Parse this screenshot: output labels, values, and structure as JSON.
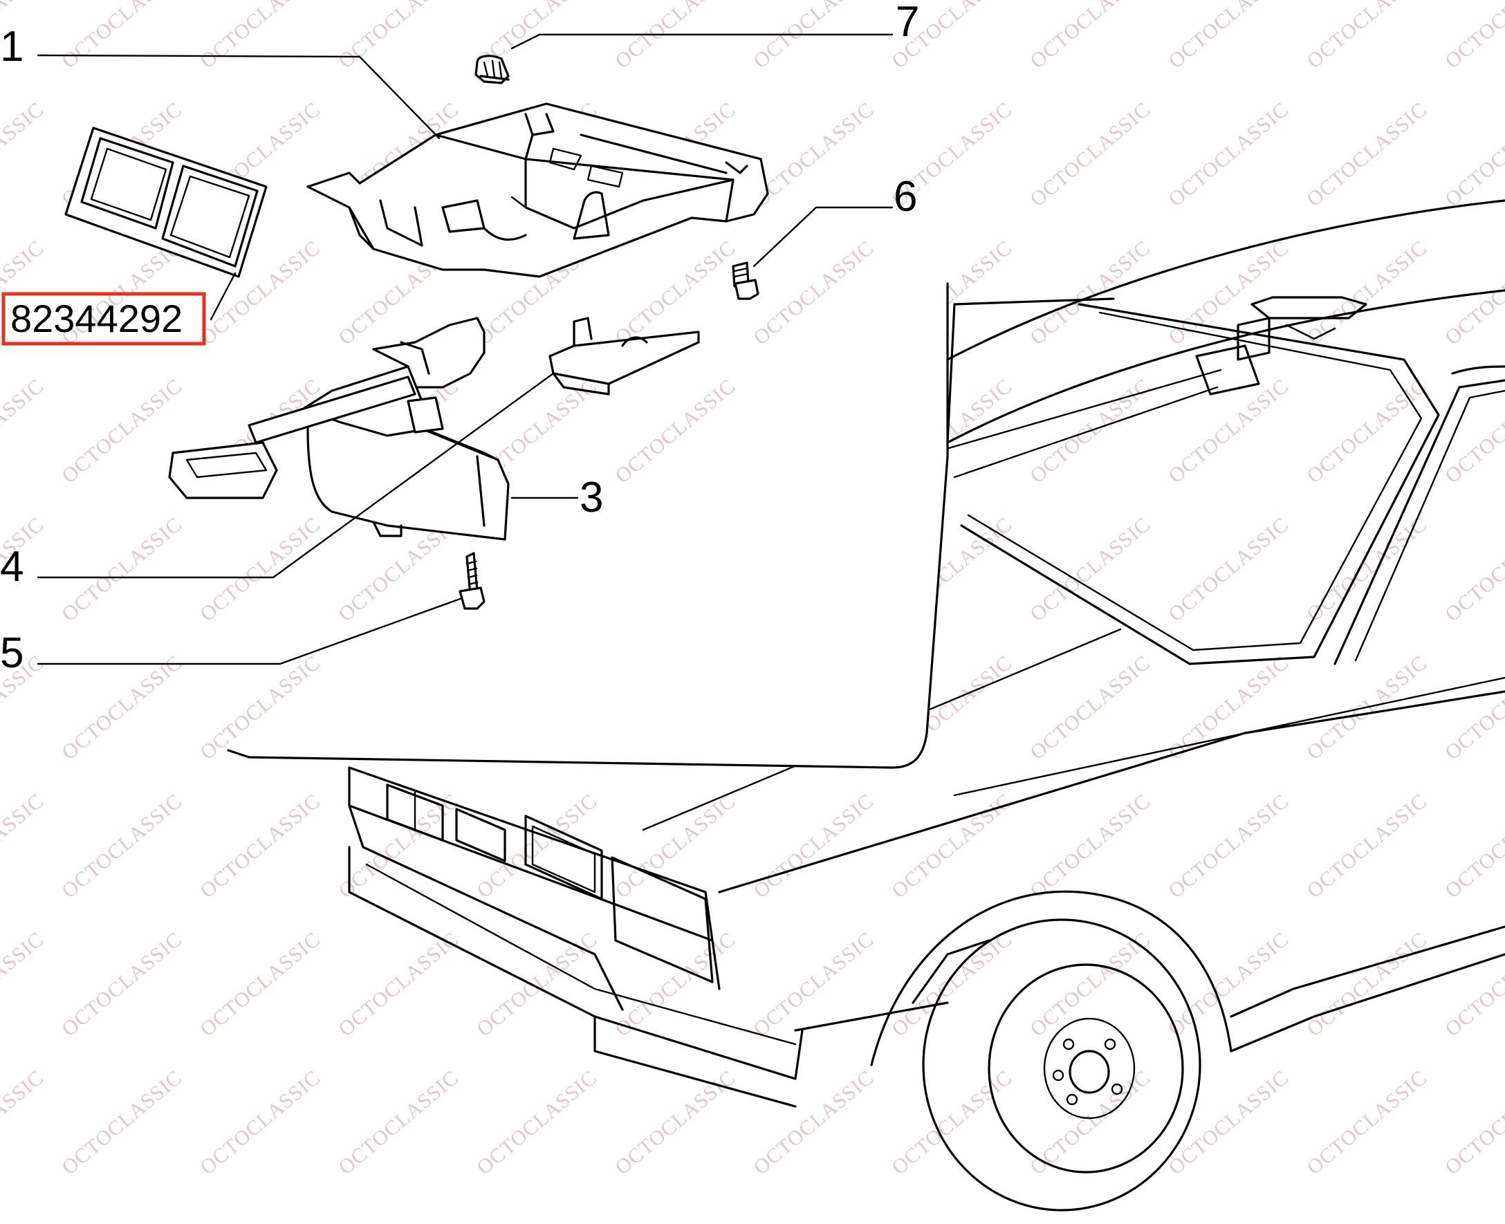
{
  "callouts": [
    {
      "id": "1",
      "label": "1"
    },
    {
      "id": "3",
      "label": "3"
    },
    {
      "id": "4",
      "label": "4"
    },
    {
      "id": "5",
      "label": "5"
    },
    {
      "id": "6",
      "label": "6"
    },
    {
      "id": "7",
      "label": "7"
    }
  ],
  "part_number": {
    "value": "82344292",
    "highlight_color": "#e8321e"
  },
  "watermark": {
    "text": "OCTOCLASSIC",
    "color": "#e2c8c8"
  }
}
